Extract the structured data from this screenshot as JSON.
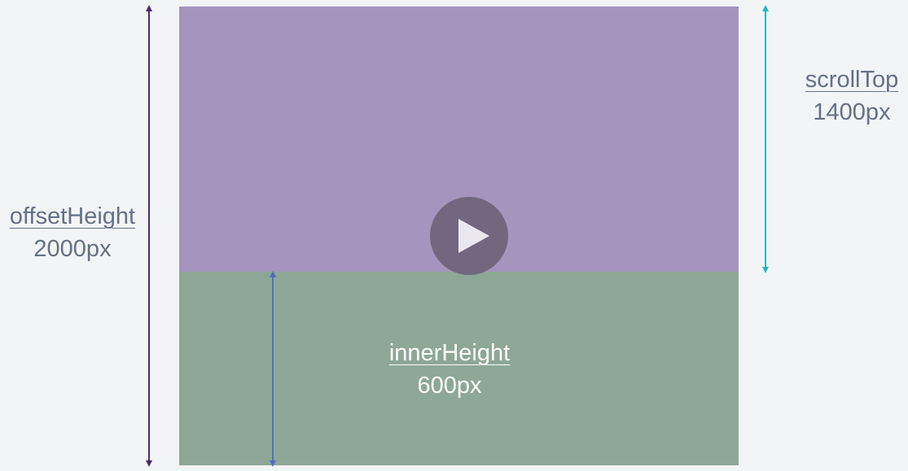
{
  "labels": {
    "offset_height": {
      "name": "offsetHeight",
      "value": "2000px"
    },
    "scroll_top": {
      "name": "scrollTop",
      "value": "1400px"
    },
    "inner_height": {
      "name": "innerHeight",
      "value": "600px"
    }
  },
  "colors": {
    "scrolled_region": "#a594bd",
    "viewport_region": "#8da896",
    "offset_arrow": "#4a2a6e",
    "scroll_arrow": "#22b8c4",
    "inner_arrow": "#4e6fc4",
    "label_text": "#667085",
    "inner_label_text": "#ffffff",
    "play_button": "#72677f"
  },
  "icons": {
    "play": "play-icon"
  }
}
